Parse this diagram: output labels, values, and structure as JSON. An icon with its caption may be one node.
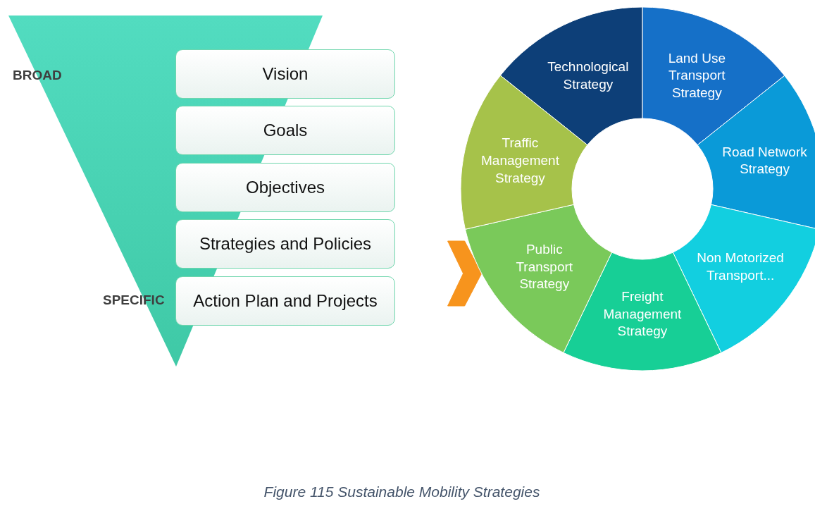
{
  "diagram": {
    "caption": "Figure 115  Sustainable Mobility Strategies",
    "nodes": [
      {
        "text": [],
        "shape": "triangle"
      },
      {
        "text": [
          "Vision"
        ]
      },
      {
        "text": [
          "Goals"
        ]
      },
      {
        "text": [
          "Objectives"
        ]
      },
      {
        "text": [
          "Strategies and Policies"
        ]
      },
      {
        "text": [
          "Action Plan and Projects"
        ]
      },
      {
        "text": [
          "Technological Strategy"
        ]
      },
      {
        "text": [
          "Land Use Transport Strategy"
        ]
      },
      {
        "text": [
          "Road Network Strategy"
        ]
      },
      {
        "text": [
          "Non Motorized Transport..."
        ]
      },
      {
        "text": [
          "Freight Management Strategy"
        ]
      },
      {
        "text": [
          "Public Transport Strategy"
        ]
      },
      {
        "text": [
          "Traffic Management Strategy"
        ]
      }
    ],
    "edges": [
      {
        "from": null,
        "to": 11,
        "arrow": "to",
        "color": "#f7941d",
        "style": "thick"
      }
    ],
    "labels": [
      "BROAD",
      "SPECIFIC"
    ]
  }
}
